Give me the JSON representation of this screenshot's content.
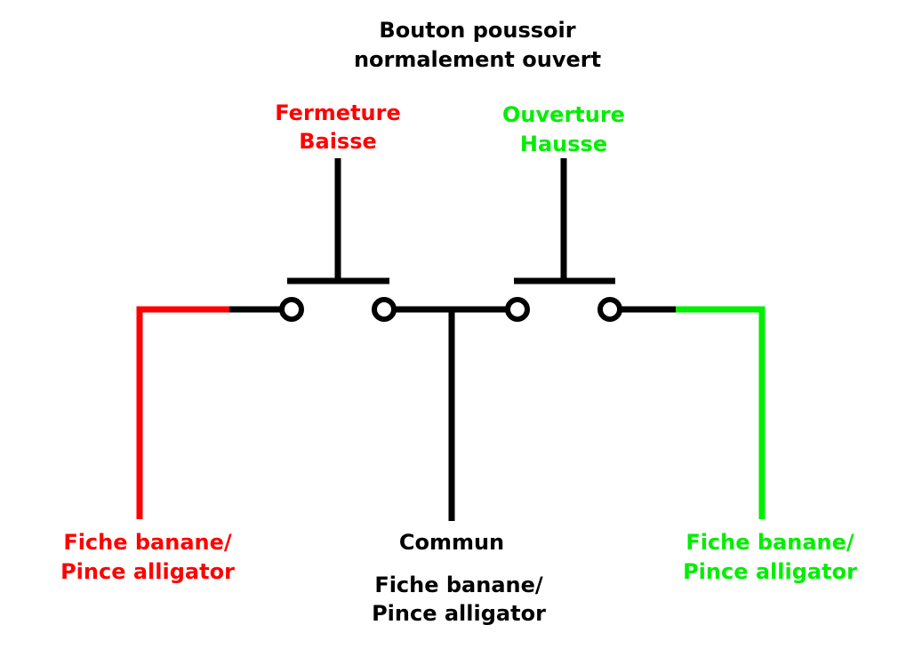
{
  "title": {
    "line1": "Bouton poussoir",
    "line2": "normalement ouvert"
  },
  "left_button": {
    "line1": "Fermeture",
    "line2": "Baisse"
  },
  "right_button": {
    "line1": "Ouverture",
    "line2": "Hausse"
  },
  "left_terminal": {
    "line1": "Fiche banane/",
    "line2": "Pince alligator"
  },
  "common_terminal": {
    "name": "Commun",
    "line1": "Fiche banane/",
    "line2": "Pince alligator"
  },
  "right_terminal": {
    "line1": "Fiche banane/",
    "line2": "Pince alligator"
  },
  "colors": {
    "wire": "#000000",
    "left": "#ff0000",
    "right": "#00ee00"
  }
}
